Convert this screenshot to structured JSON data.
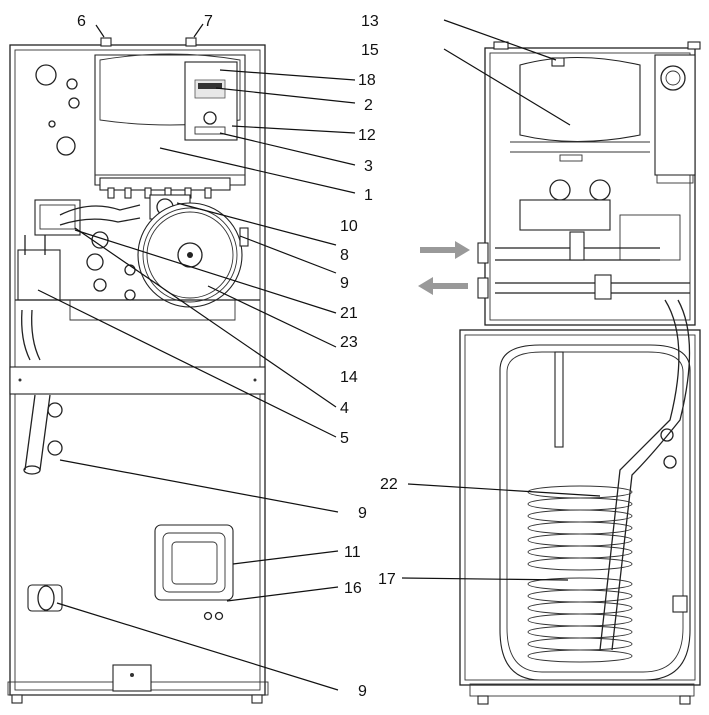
{
  "diagram": {
    "left_view_labels": [
      "6",
      "7",
      "18",
      "2",
      "12",
      "3",
      "1",
      "10",
      "8",
      "9",
      "21",
      "23",
      "14",
      "4",
      "5",
      "9",
      "11",
      "16",
      "9"
    ],
    "right_view_labels": [
      "13",
      "15",
      "22",
      "17"
    ],
    "flow_arrows": {
      "color": "#999999",
      "directions": [
        "in",
        "out"
      ]
    }
  }
}
